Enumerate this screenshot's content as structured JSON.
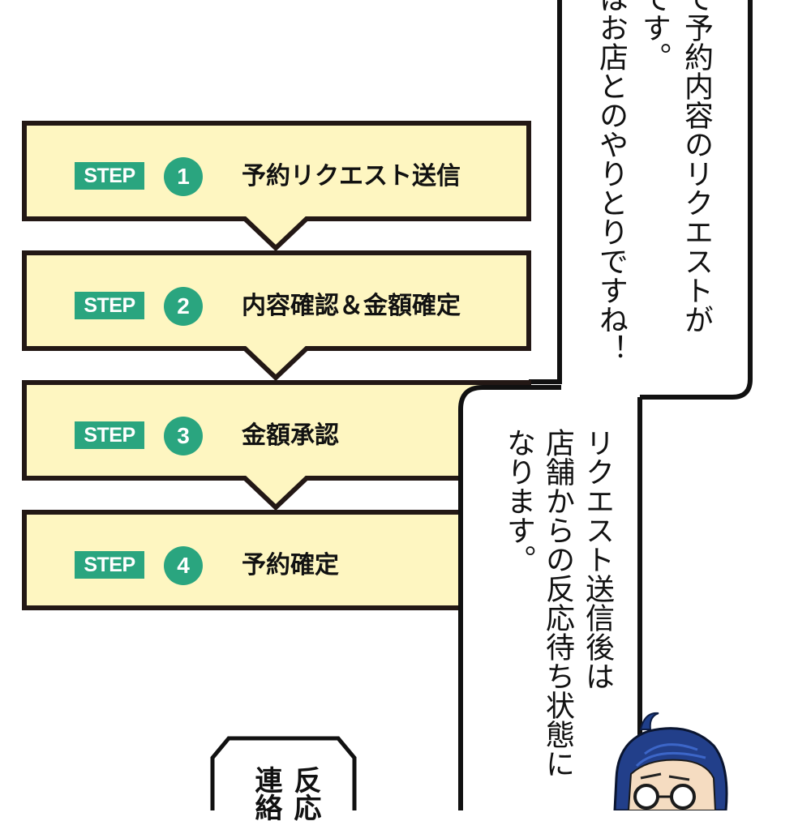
{
  "colors": {
    "step_fill": "#fef6c1",
    "step_border": "#231815",
    "accent_green": "#2aa57f",
    "ink": "#111111",
    "hair": "#1f3f8a"
  },
  "steps": [
    {
      "label": "STEP",
      "number": "1",
      "title": "予約リクエスト送信"
    },
    {
      "label": "STEP",
      "number": "2",
      "title": "内容確認＆金額確定"
    },
    {
      "label": "STEP",
      "number": "3",
      "title": "金額承認"
    },
    {
      "label": "STEP",
      "number": "4",
      "title": "予約確定"
    }
  ],
  "bubble_top": {
    "lines": [
      "て予約内容のリクエストが",
      "です。",
      "はお店とのやりとりですね！"
    ]
  },
  "bubble_bottom": {
    "lines": [
      "リクエスト送信後は",
      "店舗からの反応待ち状態に",
      "なります。"
    ]
  },
  "bubble_small": {
    "lines": [
      "反応",
      "連絡"
    ]
  },
  "character": {
    "icon": "glasses-character-icon"
  }
}
